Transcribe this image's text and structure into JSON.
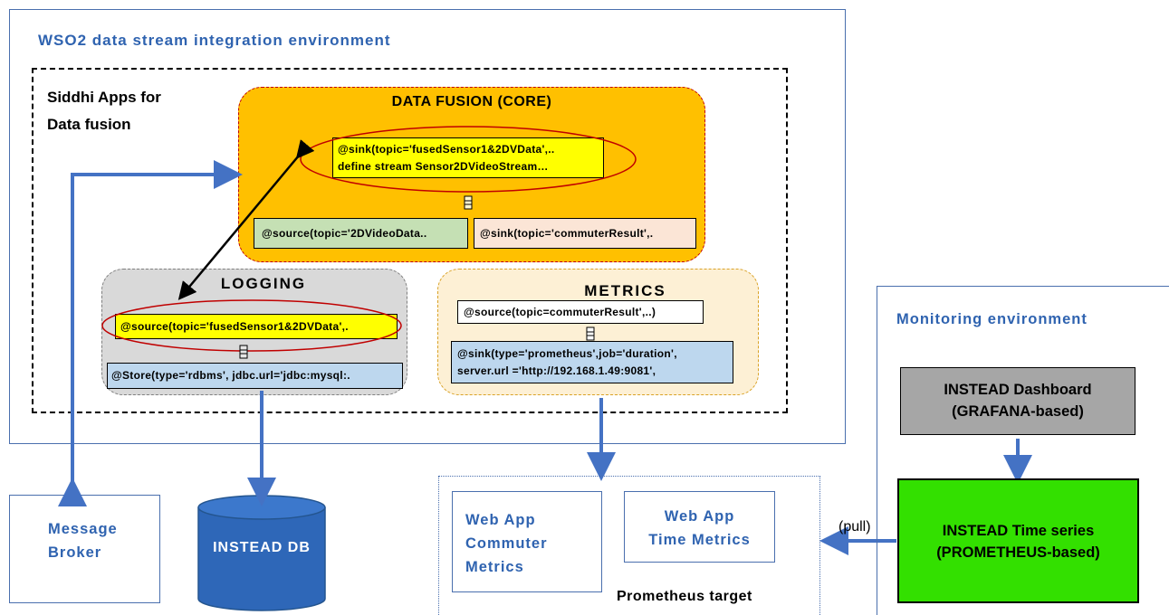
{
  "wso2_env": {
    "title": "WSO2 data stream integration environment"
  },
  "siddhi": {
    "title_line1": "Siddhi Apps for",
    "title_line2": "Data fusion"
  },
  "core": {
    "title": "DATA FUSION (CORE)",
    "sink_line1": "@sink(topic='fusedSensor1&2DVData',..",
    "sink_line2": "define stream Sensor2DVideoStream…",
    "source": "@source(topic='2DVideoData..",
    "sink_result": "@sink(topic='commuterResult',."
  },
  "logging": {
    "title": "LOGGING",
    "source": "@source(topic='fusedSensor1&2DVData',.",
    "store": "@Store(type='rdbms', jdbc.url='jdbc:mysql:."
  },
  "metrics": {
    "title": "METRICS",
    "source": "@source(topic=commuterResult',..)",
    "sink_line1": "@sink(type='prometheus',job='duration',",
    "sink_line2": "server.url ='http://192.168.1.49:9081',"
  },
  "message_broker": {
    "line1": "Message",
    "line2": "Broker"
  },
  "instead_db": {
    "label": "INSTEAD DB"
  },
  "prometheus_target": {
    "label": "Prometheus target",
    "commuter_line1": "Web App",
    "commuter_line2": "Commuter",
    "commuter_line3": "Metrics",
    "time_line1": "Web App",
    "time_line2": "Time Metrics"
  },
  "monitoring": {
    "title": "Monitoring environment",
    "dashboard_line1": "INSTEAD Dashboard",
    "dashboard_line2": "(GRAFANA-based)",
    "timeseries_line1": "INSTEAD Time series",
    "timeseries_line2": "(PROMETHEUS-based)",
    "pull_label": "(pull)"
  },
  "colors": {
    "env_border": "#4a6fae",
    "title_blue": "#2f63b0",
    "core_fill": "#ffc000",
    "logging_fill": "#d9d9d9",
    "metrics_fill": "#fdf0d5",
    "highlight_yellow": "#ffff00",
    "source_green": "#c5e0b4",
    "sink_peach": "#fbe5d6",
    "store_blue": "#bdd7ee",
    "arrow_blue": "#4472c4",
    "db_fill": "#2e67b8",
    "dashboard_fill": "#a6a6a6",
    "timeseries_fill": "#33e000",
    "ellipse_red": "#c00000"
  }
}
